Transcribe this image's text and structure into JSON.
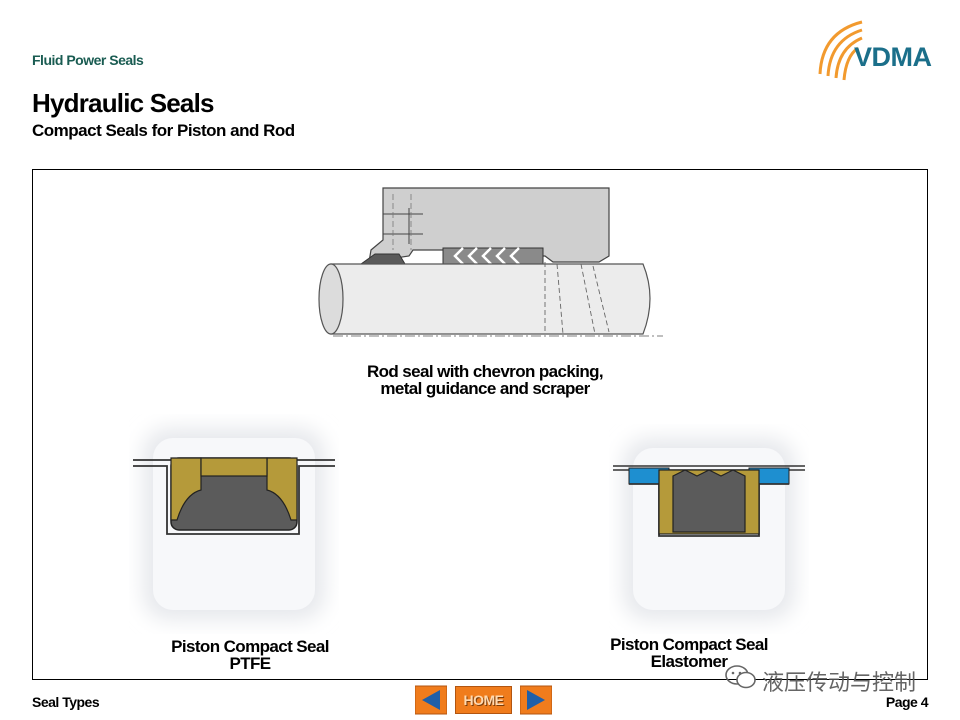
{
  "header": {
    "section": "Fluid Power Seals",
    "title": "Hydraulic Seals",
    "subtitle": "Compact Seals for Piston and Rod",
    "logo_text": "VDMA"
  },
  "figures": {
    "rod_seal_caption": [
      "Rod seal with chevron packing,",
      "metal guidance and scraper"
    ],
    "ptfe_caption": [
      "Piston Compact Seal",
      "PTFE"
    ],
    "elastomer_caption": [
      "Piston Compact Seal",
      "Elastomer"
    ]
  },
  "footer": {
    "left": "Seal Types",
    "home_label": "HOME",
    "page": "Page 4"
  },
  "watermark": {
    "text": "液压传动与控制"
  },
  "colors": {
    "header_green": "#1a5c52",
    "logo_blue": "#1b6f8a",
    "logo_orange": "#f29a2e",
    "nav_orange": "#f07c1c",
    "nav_blue": "#1f5fa8",
    "seal_tan": "#b59a3a",
    "seal_grey": "#6b6b6b",
    "seal_blue": "#1e8fd0"
  },
  "icons": {
    "prev": "triangle-left-icon",
    "next": "triangle-right-icon",
    "watermark": "wechat-icon"
  }
}
